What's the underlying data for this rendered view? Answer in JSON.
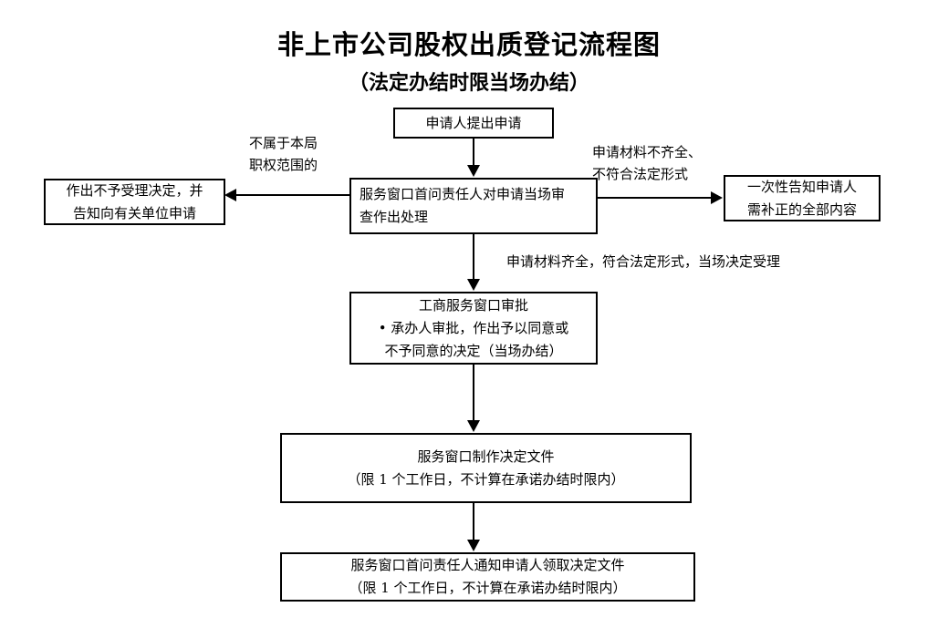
{
  "header": {
    "title": "非上市公司股权出质登记流程图",
    "subtitle": "（法定办结时限当场办结）"
  },
  "nodes": {
    "apply": {
      "lines": [
        "申请人提出申请"
      ]
    },
    "window_review": {
      "lines": [
        "服务窗口首问责任人对申请当场审",
        "查作出处理"
      ]
    },
    "reject": {
      "lines": [
        "作出不予受理决定，并",
        "告知向有关单位申请"
      ]
    },
    "notify_supplement": {
      "lines": [
        "一次性告知申请人",
        "需补正的全部内容"
      ]
    },
    "approval": {
      "lines": [
        "工商服务窗口审批",
        "• 承办人审批，作出予以同意或",
        "不予同意的决定（当场办结）"
      ]
    },
    "make_document": {
      "lines": [
        "服务窗口制作决定文件",
        "（限 1 个工作日，不计算在承诺办结时限内）"
      ]
    },
    "notify_pickup": {
      "lines": [
        "服务窗口首问责任人通知申请人领取决定文件",
        "（限 1 个工作日，不计算在承诺办结时限内）"
      ]
    }
  },
  "edge_labels": {
    "out_of_scope": {
      "lines": [
        "不属于本局",
        "职权范围的"
      ]
    },
    "incomplete_materials": {
      "lines": [
        "申请材料不齐全、",
        "不符合法定形式"
      ]
    },
    "accepted": {
      "lines": [
        "申请材料齐全，符合法定形式，当场决定受理"
      ]
    }
  },
  "colors": {
    "line": "#000000",
    "text": "#000000",
    "background": "#ffffff"
  }
}
